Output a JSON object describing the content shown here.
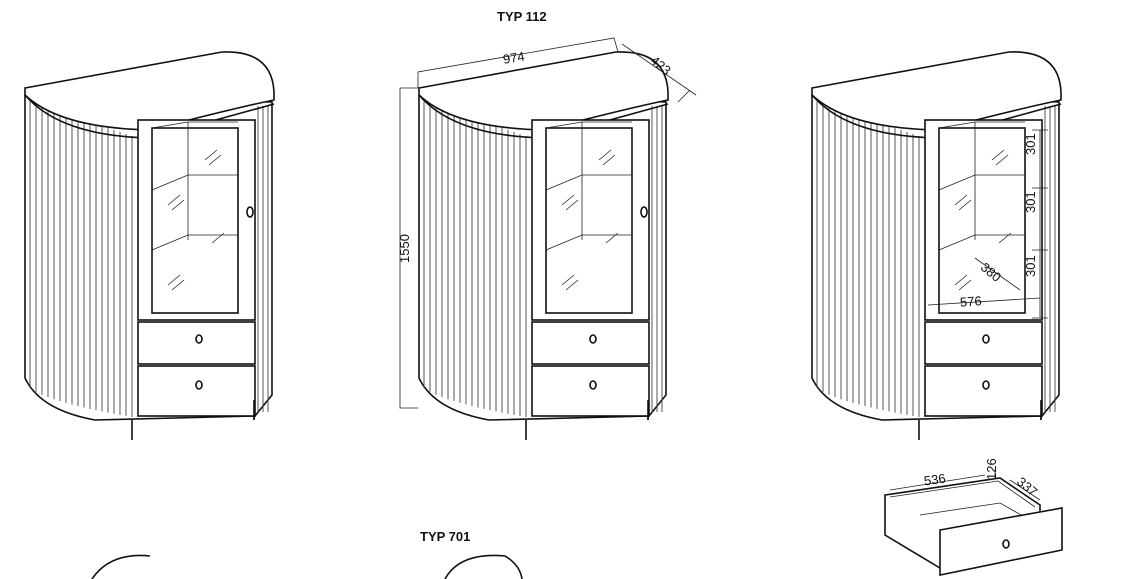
{
  "titles": {
    "main": "TYP 112",
    "secondary": "TYP 701"
  },
  "dimensions": {
    "width": "974",
    "depth": "423",
    "height": "1550",
    "shelf_gap_1": "301",
    "shelf_gap_2": "301",
    "shelf_gap_3": "301",
    "inner_depth": "380",
    "inner_width": "576",
    "drawer_width": "536",
    "drawer_height": "126",
    "drawer_depth": "337"
  },
  "colors": {
    "line": "#111111",
    "background": "#ffffff"
  }
}
